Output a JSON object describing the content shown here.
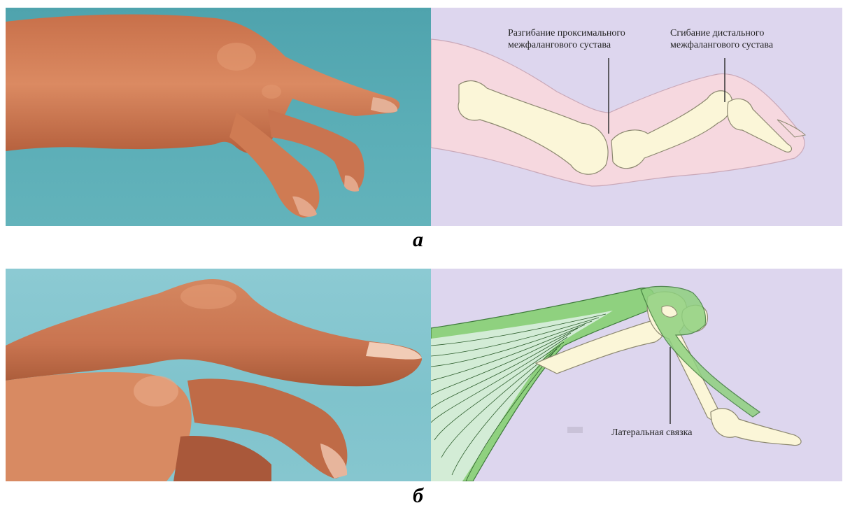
{
  "figure_a": {
    "panel_label": "а",
    "label_extension": [
      "Разгибание проксимального",
      "межфалангового сустава"
    ],
    "label_flexion": [
      "Сгибание дистального",
      "межфалангового сустава"
    ]
  },
  "figure_b": {
    "panel_label": "б",
    "label_ligament": "Латеральная связка"
  },
  "colors": {
    "photo_background_top": "#4fa3ad",
    "photo_background_bottom": "#8ccad3",
    "skin": "#d9825a",
    "diagram_background": "#ddd6ee",
    "soft_tissue": "#f6d8df",
    "bone": "#fbf6d8",
    "ligament": "#8fd17f"
  }
}
